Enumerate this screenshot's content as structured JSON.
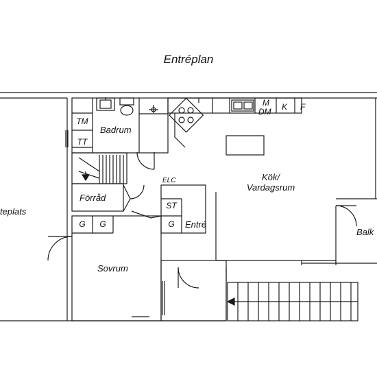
{
  "title": "Entréplan",
  "rooms": {
    "badrum": "Badrum",
    "forrad": "Förråd",
    "sovrum": "Sovrum",
    "entre": "Entré",
    "kok_line1": "Kök/",
    "kok_line2": "Vardagsrum",
    "balk": "Balk",
    "parkering": "teplats"
  },
  "fixtures": {
    "tm": "TM",
    "tt": "TT",
    "g1": "G",
    "g2": "G",
    "g3": "G",
    "st": "ST",
    "elc": "ELC",
    "m": "M",
    "dm": "DM",
    "k": "K",
    "f": "F"
  },
  "colors": {
    "line": "#1a1a1a",
    "background": "#ffffff"
  }
}
